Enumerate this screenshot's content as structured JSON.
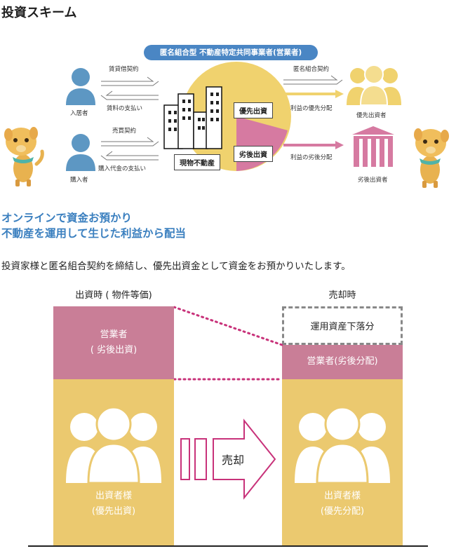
{
  "page": {
    "section_title": "投資スキーム"
  },
  "scheme": {
    "operator_label": "匿名組合型 不動産特定共同事業者(営業者)",
    "tenant": {
      "name": "入居者",
      "contract": "賃貸借契約",
      "payment": "賃料の支払い"
    },
    "buyer": {
      "name": "購入者",
      "contract": "売買契約",
      "payment": "購入代金の支払い"
    },
    "property_label": "現物不動産",
    "priority_investment_label": "優先出資",
    "subordinate_investment_label": "劣後出資",
    "right_contract": "匿名組合契約",
    "priority_distribution": "利益の優先分配",
    "subordinate_distribution": "利益の劣後分配",
    "priority_investor": "優先出資者",
    "subordinate_investor": "劣後出資者",
    "colors": {
      "yellow": "#f0d26e",
      "pink": "#d67aa1",
      "blue": "#5d97c3",
      "pill_blue": "#4a86c4"
    }
  },
  "headline": {
    "line1": "オンラインで資金お預かり",
    "line2": "不動産を運用して生じた利益から配当"
  },
  "description": "投資家様と匿名組合契約を締結し、優先出資金として資金をお預かりいたします。",
  "comparison": {
    "left_title": "出資時 ( 物件等価)",
    "right_title": "売却時",
    "left_operator_line1": "営業者",
    "left_operator_line2": "( 劣後出資)",
    "left_investor_line1": "出資者様",
    "left_investor_line2": "(優先出資)",
    "right_loss_label": "運用資産下落分",
    "right_operator": "営業者(劣後分配)",
    "right_investor_line1": "出資者様",
    "right_investor_line2": "(優先分配)",
    "arrow_label": "売却",
    "colors": {
      "pink": "#c97e97",
      "yellow": "#ebc96f",
      "dotted": "#c8327a",
      "arrow": "#c8327a"
    }
  }
}
